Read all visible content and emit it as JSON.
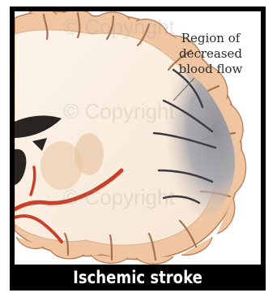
{
  "annotation": {
    "line1": "Region of",
    "line2": "decreased",
    "line3": "blood flow"
  },
  "caption": "Ischemic stroke",
  "colors": {
    "frame": "#000000",
    "cortex": "#f1c9a6",
    "white_matter": "#fbf0e3",
    "ischemic_region": "#9a9aa0",
    "artery": "#c8402a",
    "ventricle": "#2a2420"
  },
  "icons": {
    "brain": "brain-cross-section-illustration",
    "pointer": "annotation-leader-line"
  }
}
